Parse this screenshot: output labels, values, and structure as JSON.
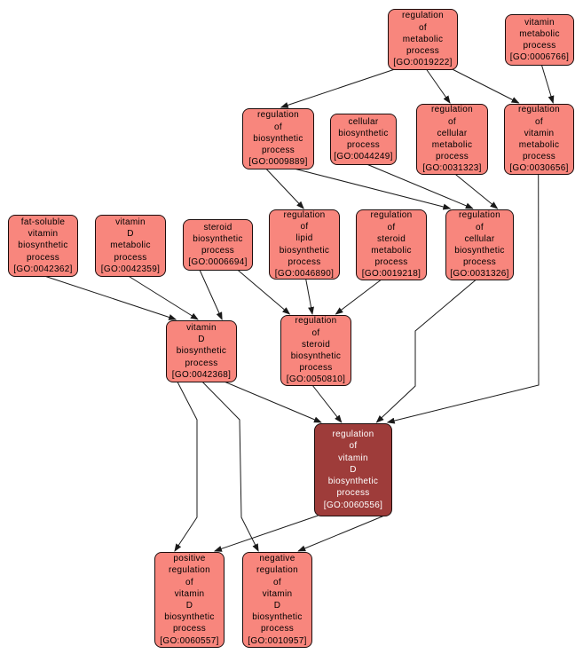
{
  "diagram": {
    "type": "gene-ontology-dag",
    "selected_term": "GO:0060556",
    "colors": {
      "background": "#ffffff",
      "node_fill": "#f8867d",
      "node_border": "#1c0d0d",
      "selected_fill": "#9e3c3a",
      "selected_text": "#ffffff",
      "text": "#000000",
      "edge": "#1a1a1a"
    }
  },
  "nodes": [
    {
      "go_id": "GO:0019222",
      "term": "regulation of metabolic process",
      "label": "regulation\nof\nmetabolic\nprocess\n[GO:0019222]"
    },
    {
      "go_id": "GO:0006766",
      "term": "vitamin metabolic process",
      "label": "vitamin\nmetabolic\nprocess\n[GO:0006766]"
    },
    {
      "go_id": "GO:0009889",
      "term": "regulation of biosynthetic process",
      "label": "regulation\nof\nbiosynthetic\nprocess\n[GO:0009889]"
    },
    {
      "go_id": "GO:0044249",
      "term": "cellular biosynthetic process",
      "label": "cellular\nbiosynthetic\nprocess\n[GO:0044249]"
    },
    {
      "go_id": "GO:0031323",
      "term": "regulation of cellular metabolic process",
      "label": "regulation\nof\ncellular\nmetabolic\nprocess\n[GO:0031323]"
    },
    {
      "go_id": "GO:0030656",
      "term": "regulation of vitamin metabolic process",
      "label": "regulation\nof\nvitamin\nmetabolic\nprocess\n[GO:0030656]"
    },
    {
      "go_id": "GO:0042362",
      "term": "fat-soluble vitamin biosynthetic process",
      "label": "fat-soluble\nvitamin\nbiosynthetic\nprocess\n[GO:0042362]"
    },
    {
      "go_id": "GO:0042359",
      "term": "vitamin D metabolic process",
      "label": "vitamin\nD\nmetabolic\nprocess\n[GO:0042359]"
    },
    {
      "go_id": "GO:0006694",
      "term": "steroid biosynthetic process",
      "label": "steroid\nbiosynthetic\nprocess\n[GO:0006694]"
    },
    {
      "go_id": "GO:0046890",
      "term": "regulation of lipid biosynthetic process",
      "label": "regulation\nof\nlipid\nbiosynthetic\nprocess\n[GO:0046890]"
    },
    {
      "go_id": "GO:0019218",
      "term": "regulation of steroid metabolic process",
      "label": "regulation\nof\nsteroid\nmetabolic\nprocess\n[GO:0019218]"
    },
    {
      "go_id": "GO:0031326",
      "term": "regulation of cellular biosynthetic process",
      "label": "regulation\nof\ncellular\nbiosynthetic\nprocess\n[GO:0031326]"
    },
    {
      "go_id": "GO:0042368",
      "term": "vitamin D biosynthetic process",
      "label": "vitamin\nD\nbiosynthetic\nprocess\n[GO:0042368]"
    },
    {
      "go_id": "GO:0050810",
      "term": "regulation of steroid biosynthetic process",
      "label": "regulation\nof\nsteroid\nbiosynthetic\nprocess\n[GO:0050810]"
    },
    {
      "go_id": "GO:0060556",
      "term": "regulation of vitamin D biosynthetic process",
      "label": "regulation\nof\nvitamin\nD\nbiosynthetic\nprocess\n[GO:0060556]",
      "selected": true
    },
    {
      "go_id": "GO:0060557",
      "term": "positive regulation of vitamin D biosynthetic process",
      "label": "positive\nregulation\nof\nvitamin\nD\nbiosynthetic\nprocess\n[GO:0060557]"
    },
    {
      "go_id": "GO:0010957",
      "term": "negative regulation of vitamin D biosynthetic process",
      "label": "negative\nregulation\nof\nvitamin\nD\nbiosynthetic\nprocess\n[GO:0010957]"
    }
  ],
  "edges": [
    {
      "from": "GO:0019222",
      "to": "GO:0009889",
      "fromAnchor": 0.1,
      "toAnchor": 0.54
    },
    {
      "from": "GO:0019222",
      "to": "GO:0031323",
      "fromAnchor": 0.55,
      "toAnchor": 0.47
    },
    {
      "from": "GO:0019222",
      "to": "GO:0030656",
      "fromAnchor": 0.92,
      "toAnchor": 0.21
    },
    {
      "from": "GO:0006766",
      "to": "GO:0030656",
      "fromAnchor": 0.53,
      "toAnchor": 0.7
    },
    {
      "from": "GO:0009889",
      "to": "GO:0046890",
      "fromAnchor": 0.33,
      "toAnchor": 0.49
    },
    {
      "from": "GO:0009889",
      "to": "GO:0031326",
      "fromAnchor": 0.72,
      "toAnchor": 0.07
    },
    {
      "from": "GO:0044249",
      "to": "GO:0031326",
      "fromAnchor": 0.55,
      "toAnchor": 0.4
    },
    {
      "from": "GO:0031323",
      "to": "GO:0031326",
      "fromAnchor": 0.54,
      "toAnchor": 0.76
    },
    {
      "from": "GO:0030656",
      "to": "GO:0060556",
      "fromAnchor": 0.49,
      "toAnchor": 0.94,
      "via": [
        [
          607,
          434
        ]
      ]
    },
    {
      "from": "GO:0031326",
      "to": "GO:0060556",
      "fromAnchor": 0.45,
      "toAnchor": 0.8,
      "via": [
        [
          468,
          373
        ],
        [
          468,
          435
        ]
      ]
    },
    {
      "from": "GO:0042362",
      "to": "GO:0042368",
      "fromAnchor": 0.52,
      "toAnchor": 0.14
    },
    {
      "from": "GO:0042359",
      "to": "GO:0042368",
      "fromAnchor": 0.47,
      "toAnchor": 0.45
    },
    {
      "from": "GO:0006694",
      "to": "GO:0042368",
      "fromAnchor": 0.24,
      "toAnchor": 0.79
    },
    {
      "from": "GO:0006694",
      "to": "GO:0050810",
      "fromAnchor": 0.78,
      "toAnchor": 0.13
    },
    {
      "from": "GO:0046890",
      "to": "GO:0050810",
      "fromAnchor": 0.52,
      "toAnchor": 0.45
    },
    {
      "from": "GO:0019218",
      "to": "GO:0050810",
      "fromAnchor": 0.36,
      "toAnchor": 0.78
    },
    {
      "from": "GO:0042368",
      "to": "GO:0060556",
      "fromAnchor": 0.82,
      "toAnchor": 0.09
    },
    {
      "from": "GO:0050810",
      "to": "GO:0060556",
      "fromAnchor": 0.45,
      "toAnchor": 0.35
    },
    {
      "from": "GO:0042368",
      "to": "GO:0060557",
      "fromAnchor": 0.16,
      "toAnchor": 0.29,
      "via": [
        [
          222,
          473
        ],
        [
          222,
          583
        ]
      ]
    },
    {
      "from": "GO:0042368",
      "to": "GO:0010957",
      "fromAnchor": 0.51,
      "toAnchor": 0.23,
      "via": [
        [
          270,
          473
        ],
        [
          272,
          583
        ]
      ]
    },
    {
      "from": "GO:0060556",
      "to": "GO:0060557",
      "fromAnchor": 0.05,
      "toAnchor": 0.86
    },
    {
      "from": "GO:0060556",
      "to": "GO:0010957",
      "fromAnchor": 0.9,
      "toAnchor": 0.8
    }
  ]
}
